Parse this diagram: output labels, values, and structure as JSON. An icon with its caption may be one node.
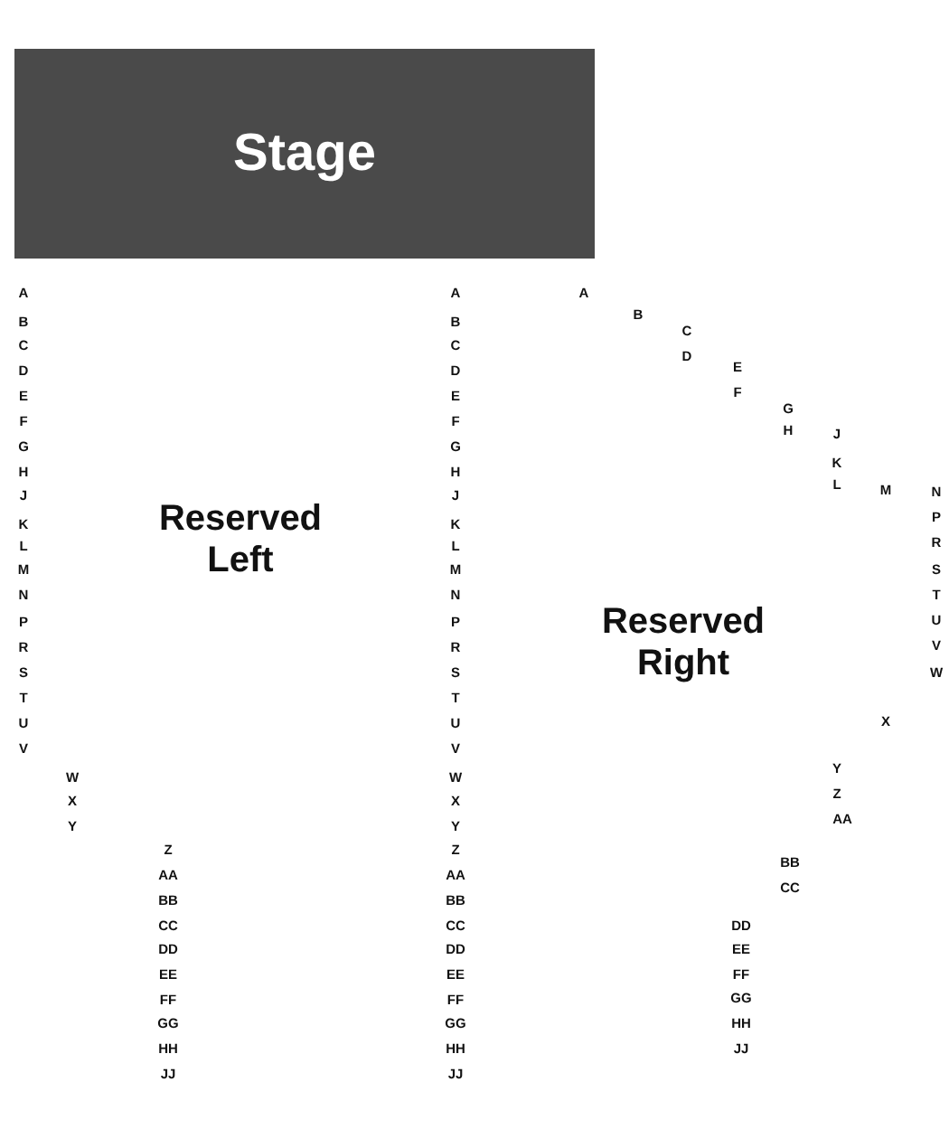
{
  "diagram": {
    "nodes": [
      {
        "text": [
          "Stage"
        ]
      }
    ],
    "edges": [],
    "labels": [
      "Reserved Left",
      "Reserved Right",
      "A",
      "B",
      "C",
      "D",
      "E",
      "F",
      "G",
      "H",
      "J",
      "K",
      "L",
      "M",
      "N",
      "P",
      "R",
      "S",
      "T",
      "U",
      "V",
      "W",
      "X",
      "Y",
      "Z",
      "AA",
      "BB",
      "CC",
      "DD",
      "EE",
      "FF",
      "GG",
      "HH",
      "JJ",
      "A",
      "B",
      "C",
      "D",
      "E",
      "F",
      "G",
      "H",
      "J",
      "K",
      "L",
      "M",
      "N",
      "P",
      "R",
      "S",
      "T",
      "U",
      "V",
      "W",
      "X",
      "Y",
      "Z",
      "AA",
      "BB",
      "CC",
      "DD",
      "EE",
      "FF",
      "GG",
      "HH",
      "JJ",
      "A",
      "B",
      "C",
      "D",
      "E",
      "F",
      "G",
      "H",
      "J",
      "K",
      "L",
      "M",
      "N",
      "P",
      "R",
      "S",
      "T",
      "U",
      "V",
      "W",
      "X",
      "Y",
      "Z",
      "AA",
      "BB",
      "CC",
      "DD",
      "EE",
      "FF",
      "GG",
      "HH",
      "JJ"
    ]
  }
}
